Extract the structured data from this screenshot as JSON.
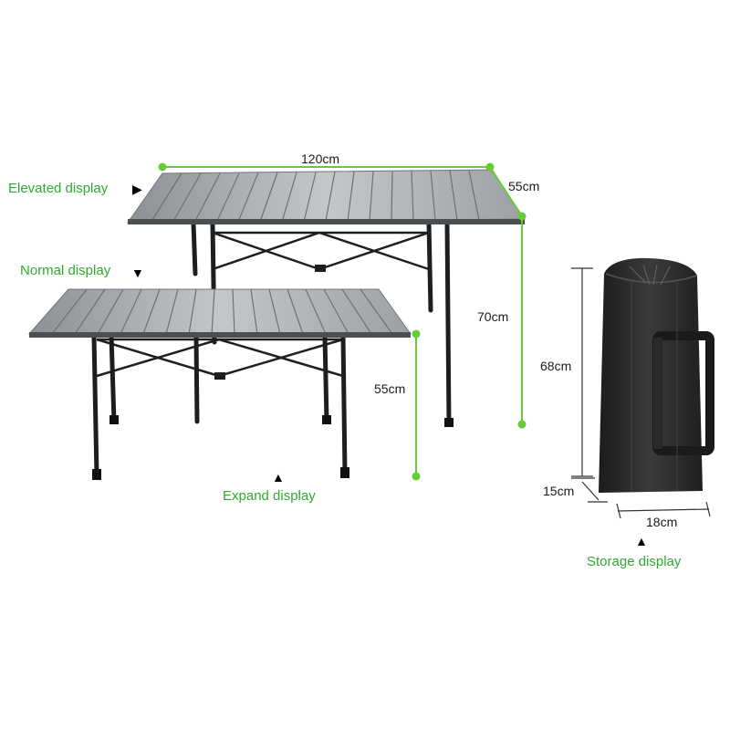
{
  "labels": {
    "elevated": "Elevated display",
    "normal": "Normal display",
    "expand": "Expand display",
    "storage": "Storage display"
  },
  "dimensions": {
    "table_length": "120cm",
    "table_width": "55cm",
    "elevated_height": "70cm",
    "normal_height": "55cm",
    "bag_height": "68cm",
    "bag_depth": "15cm",
    "bag_width": "18cm"
  },
  "arrows": {
    "right": "▶",
    "down": "▼",
    "up": "▲"
  },
  "colors": {
    "label_green": "#2eaa2e",
    "measure_green": "#66cc33",
    "tabletop": "#a9adb0",
    "frame": "#1e1e1e",
    "bag": "#2a2a2a"
  }
}
